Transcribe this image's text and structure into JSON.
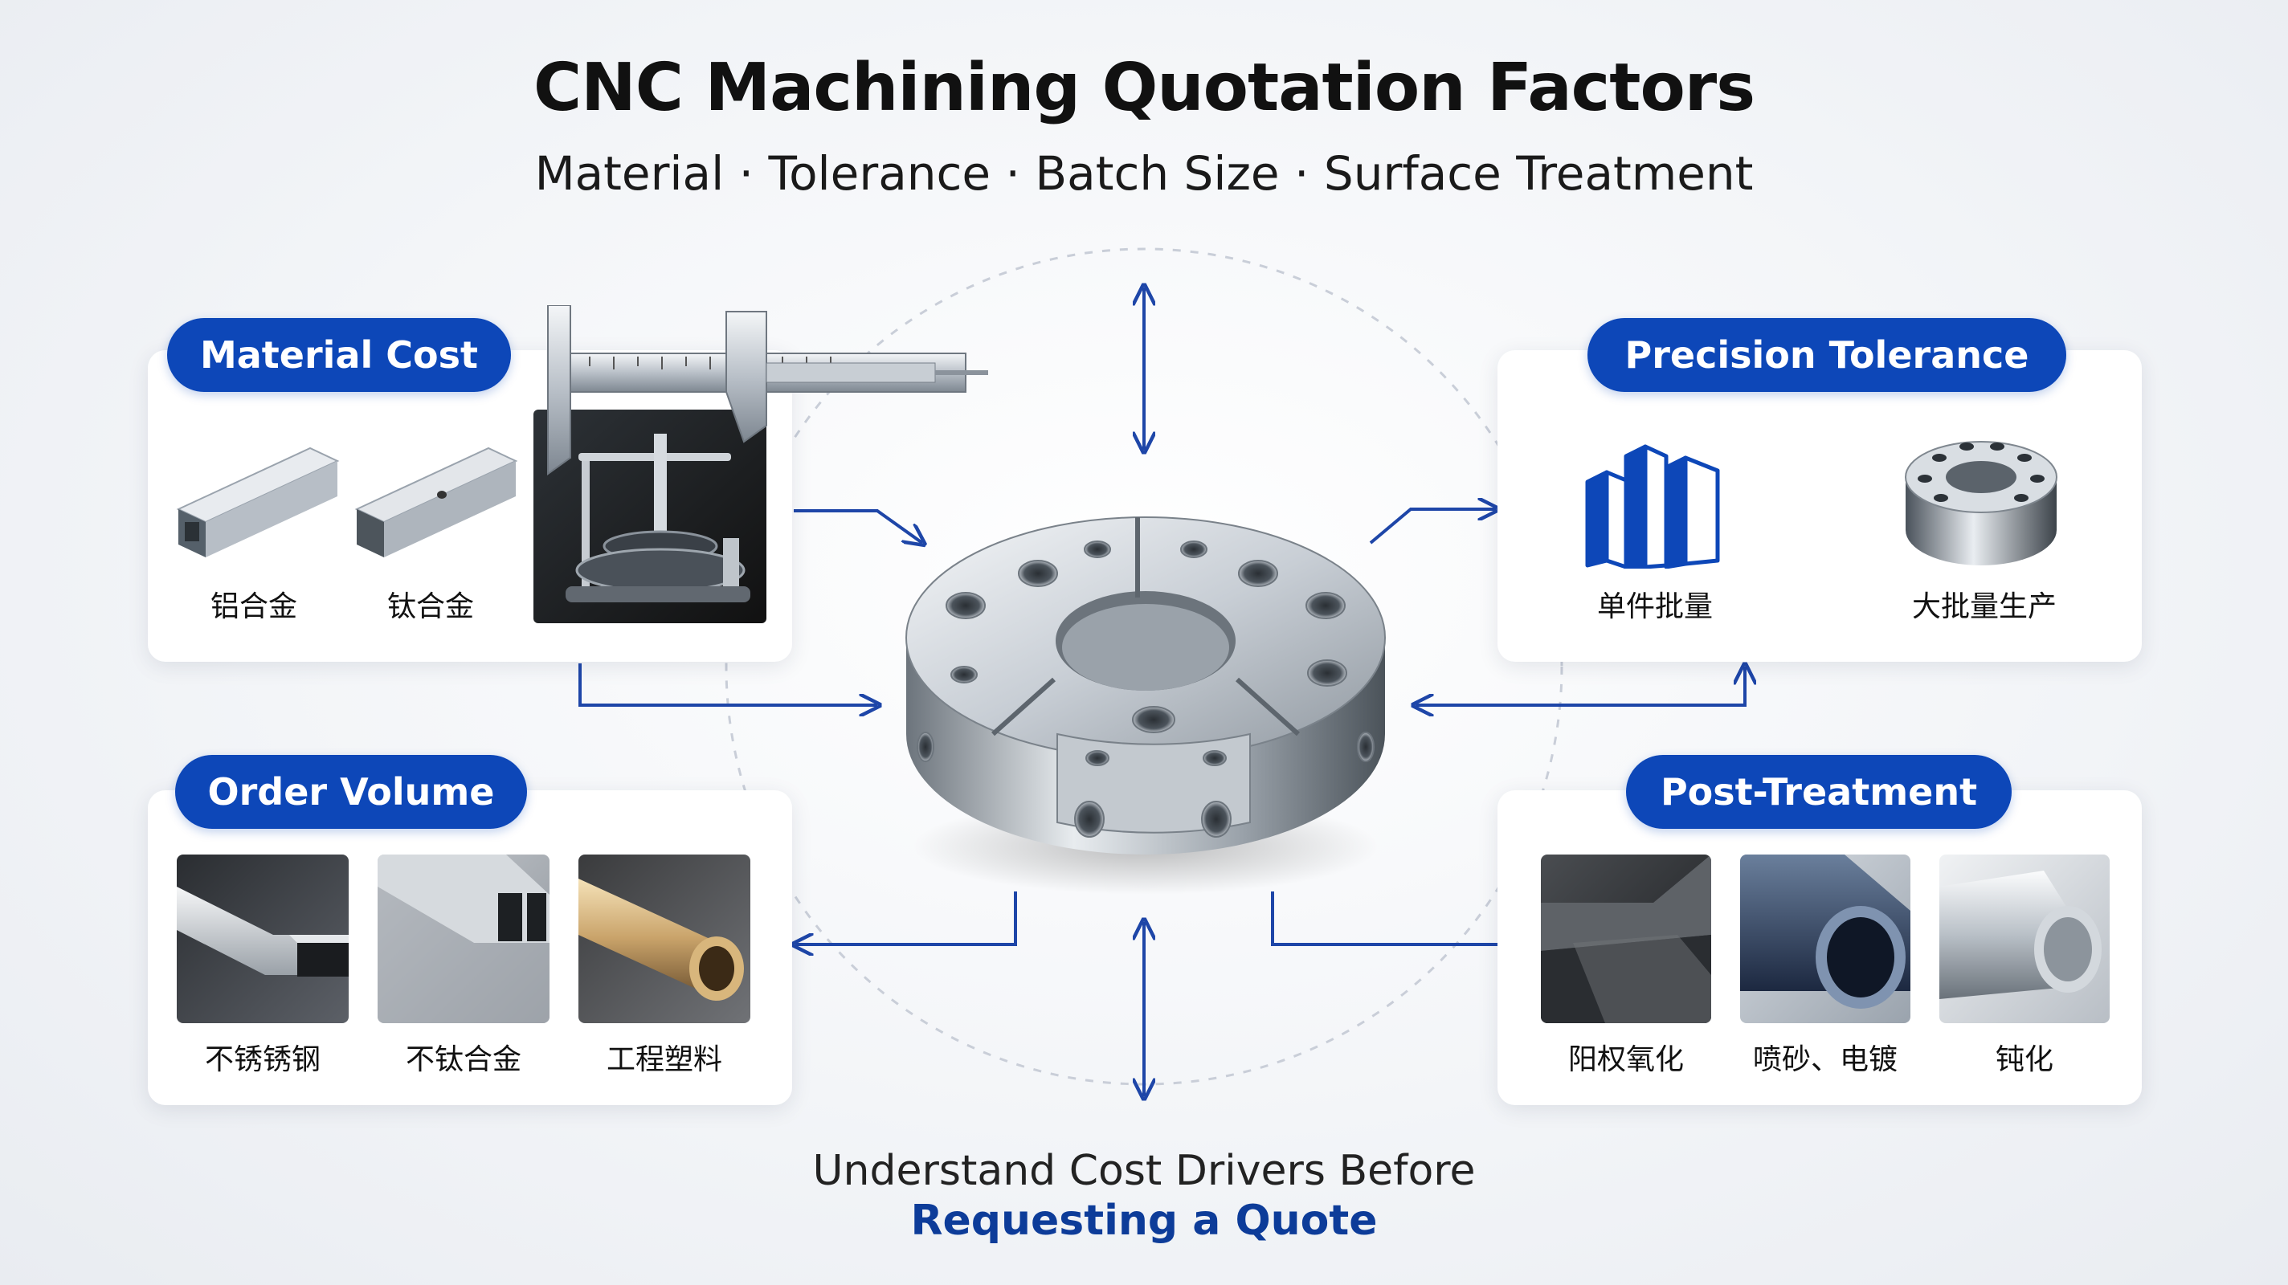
{
  "header": {
    "title": "CNC Machining Quotation Factors",
    "subtitle": "Material · Tolerance · Batch Size · Surface Treatment"
  },
  "panels": {
    "material_cost": {
      "label": "Material Cost",
      "items": [
        "铝合金",
        "钛合金"
      ]
    },
    "precision_tolerance": {
      "label": "Precision Tolerance",
      "items": [
        "单件批量",
        "大批量生产"
      ]
    },
    "order_volume": {
      "label": "Order Volume",
      "items": [
        "不锈锈钢",
        "不钛合金",
        "工程塑料"
      ]
    },
    "post_treatment": {
      "label": "Post-Treatment",
      "items": [
        "阳权氧化",
        "喷砂、电镀",
        "钝化"
      ]
    }
  },
  "footer": {
    "line1": "Understand Cost Drivers Before",
    "line2": "Requesting a Quote"
  },
  "colors": {
    "accent": "#0d47b8",
    "arrow": "#1e46a8",
    "footer_emphasis": "#0d3c99"
  }
}
